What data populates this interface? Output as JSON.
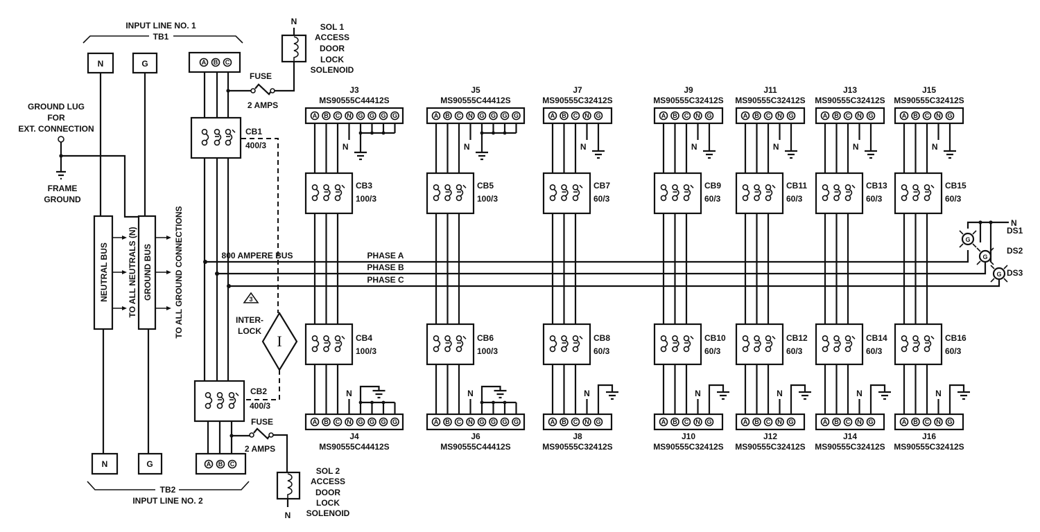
{
  "input_line_1": {
    "title": "INPUT LINE NO. 1",
    "tb": "TB1",
    "n": "N",
    "g": "G",
    "phases": [
      "A",
      "B",
      "C"
    ]
  },
  "input_line_2": {
    "title": "INPUT LINE NO. 2",
    "tb": "TB2",
    "n": "N",
    "g": "G",
    "phases": [
      "A",
      "B",
      "C"
    ]
  },
  "ground_lug": [
    "GROUND LUG",
    "FOR",
    "EXT. CONNECTION"
  ],
  "frame_ground": [
    "FRAME",
    "GROUND"
  ],
  "neutral_bus": "NEUTRAL BUS",
  "ground_bus": "GROUND BUS",
  "to_neutrals": "TO ALL NEUTRALS (N)",
  "to_grounds": "TO ALL GROUND CONNECTIONS",
  "fuse1": {
    "label": "FUSE",
    "rating": "2 AMPS"
  },
  "fuse2": {
    "label": "FUSE",
    "rating": "2 AMPS"
  },
  "sol1": {
    "n": "N",
    "lines": [
      "SOL 1",
      "ACCESS",
      "DOOR",
      "LOCK",
      "SOLENOID"
    ]
  },
  "sol2": {
    "n": "N",
    "lines": [
      "SOL 2",
      "ACCESS",
      "DOOR",
      "LOCK",
      "SOLENOID"
    ]
  },
  "cb1": {
    "name": "CB1",
    "rating": "400/3"
  },
  "cb2": {
    "name": "CB2",
    "rating": "400/3"
  },
  "interlock": {
    "note": "3",
    "label": [
      "INTER-",
      "LOCK"
    ],
    "symbol": "I"
  },
  "bus": {
    "label": "800 AMPERE BUS",
    "phases": [
      "PHASE A",
      "PHASE B",
      "PHASE C"
    ]
  },
  "indicators": {
    "n": "N",
    "lamps": [
      {
        "name": "DS1",
        "glyph": "G"
      },
      {
        "name": "DS2",
        "glyph": "G"
      },
      {
        "name": "DS3",
        "glyph": "G"
      }
    ]
  },
  "neutral_label": "N",
  "branches": [
    {
      "top_j": "J3",
      "top_part": "MS90555C44412S",
      "top_cb": "CB3",
      "top_rating": "100/3",
      "bot_cb": "CB4",
      "bot_rating": "100/3",
      "bot_j": "J4",
      "bot_part": "MS90555C44412S",
      "pins": [
        "A",
        "B",
        "C",
        "N",
        "G",
        "G",
        "G",
        "G"
      ]
    },
    {
      "top_j": "J5",
      "top_part": "MS90555C44412S",
      "top_cb": "CB5",
      "top_rating": "100/3",
      "bot_cb": "CB6",
      "bot_rating": "100/3",
      "bot_j": "J6",
      "bot_part": "MS90555C44412S",
      "pins": [
        "A",
        "B",
        "C",
        "N",
        "G",
        "G",
        "G",
        "G"
      ]
    },
    {
      "top_j": "J7",
      "top_part": "MS90555C32412S",
      "top_cb": "CB7",
      "top_rating": "60/3",
      "bot_cb": "CB8",
      "bot_rating": "60/3",
      "bot_j": "J8",
      "bot_part": "MS90555C32412S",
      "pins": [
        "A",
        "B",
        "C",
        "N",
        "G"
      ]
    },
    {
      "top_j": "J9",
      "top_part": "MS90555C32412S",
      "top_cb": "CB9",
      "top_rating": "60/3",
      "bot_cb": "CB10",
      "bot_rating": "60/3",
      "bot_j": "J10",
      "bot_part": "MS90555C32412S",
      "pins": [
        "A",
        "B",
        "C",
        "N",
        "G"
      ]
    },
    {
      "top_j": "J11",
      "top_part": "MS90555C32412S",
      "top_cb": "CB11",
      "top_rating": "60/3",
      "bot_cb": "CB12",
      "bot_rating": "60/3",
      "bot_j": "J12",
      "bot_part": "MS90555C32412S",
      "pins": [
        "A",
        "B",
        "C",
        "N",
        "G"
      ]
    },
    {
      "top_j": "J13",
      "top_part": "MS90555C32412S",
      "top_cb": "CB13",
      "top_rating": "60/3",
      "bot_cb": "CB14",
      "bot_rating": "60/3",
      "bot_j": "J14",
      "bot_part": "MS90555C32412S",
      "pins": [
        "A",
        "B",
        "C",
        "N",
        "G"
      ]
    },
    {
      "top_j": "J15",
      "top_part": "MS90555C32412S",
      "top_cb": "CB15",
      "top_rating": "60/3",
      "bot_cb": "CB16",
      "bot_rating": "60/3",
      "bot_j": "J16",
      "bot_part": "MS90555C32412S",
      "pins": [
        "A",
        "B",
        "C",
        "N",
        "G"
      ]
    }
  ]
}
